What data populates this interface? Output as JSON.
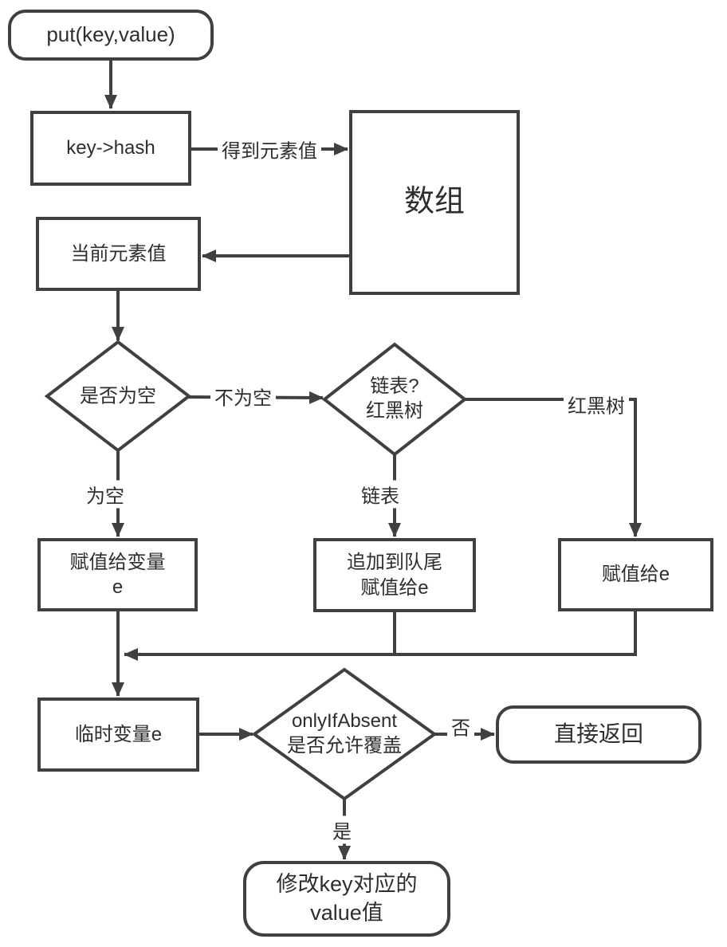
{
  "diagram": {
    "title": "HashMap put flowchart",
    "nodes": {
      "start": "put(key,value)",
      "key_hash": "key->hash",
      "array": "数组",
      "current_value": "当前元素值",
      "is_empty": "是否为空",
      "list_or_tree_line1": "链表?",
      "list_or_tree_line2": "红黑树",
      "assign_var_e_line1": "赋值给变量",
      "assign_var_e_line2": "e",
      "append_tail_line1": "追加到队尾",
      "append_tail_line2": "赋值给e",
      "assign_e": "赋值给e",
      "temp_var_e": "临时变量e",
      "only_if_absent_line1": "onlyIfAbsent",
      "only_if_absent_line2": "是否允许覆盖",
      "return_direct": "直接返回",
      "modify_line1": "修改key对应的",
      "modify_line2": "value值"
    },
    "edge_labels": {
      "got_element": "得到元素值",
      "not_empty": "不为空",
      "red_black_tree": "红黑树",
      "empty": "为空",
      "linked_list": "链表",
      "no": "否",
      "yes": "是"
    },
    "colors": {
      "stroke": "#404040",
      "text": "#2e2e2e",
      "background": "#ffffff"
    }
  }
}
